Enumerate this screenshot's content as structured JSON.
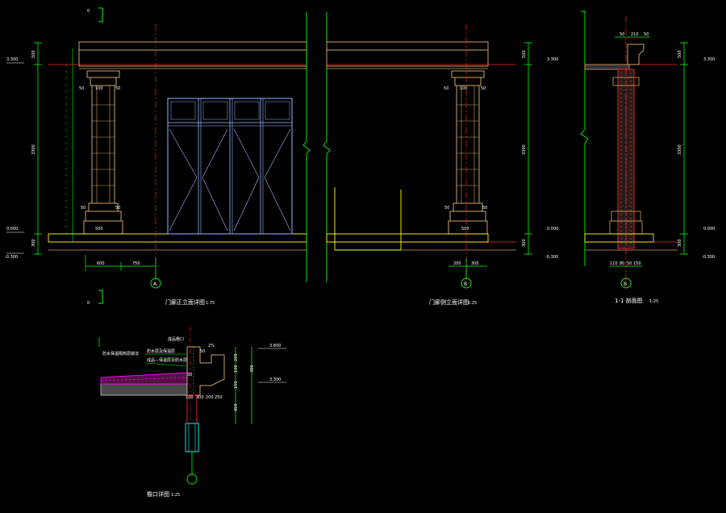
{
  "colors": {
    "background": "#000000",
    "structure": "#c8a46a",
    "yellow": "#ffff00",
    "green": "#00ff00",
    "red": "#ff2020",
    "white": "#ffffff",
    "blue": "#9ab4ff",
    "magenta": "#ff00ff",
    "cyan": "#00ffff"
  },
  "elevation_a": {
    "caption": "门廊正立面详图",
    "scale": "1:75",
    "axis_label": "A",
    "level_top": "3.300",
    "level_floor": "0.000",
    "level_ground": "-0.300",
    "dim_overall": "3300",
    "dim_top": "500",
    "dim_bottom": "300",
    "dim_base_left": "600",
    "dim_base_right": "750",
    "column_dims": [
      "50",
      "100",
      "50",
      "50",
      "500",
      "50"
    ]
  },
  "elevation_b": {
    "caption": "门廊侧立面详图",
    "scale": "1:25",
    "axis_label": "B",
    "level_top": "3.300",
    "level_floor": "0.000",
    "level_ground": "-0.300",
    "dim_overall": "3300",
    "dim_top": "500",
    "dim_bottom": "300",
    "dim_base": [
      "200",
      "300"
    ],
    "column_dims": [
      "50",
      "100",
      "50",
      "50",
      "500",
      "50"
    ]
  },
  "section_c": {
    "caption": "1-1 剖面图",
    "scale": "1:25",
    "axis_label": "B",
    "level_top": "3.300",
    "level_floor": "0.000",
    "level_ground": "-0.300",
    "dim_overall": "3300",
    "dim_top": "500",
    "dim_bottom": "300",
    "top_dims": [
      "50",
      "210",
      "50"
    ],
    "base_dims": [
      "110",
      "80",
      "50",
      "150"
    ]
  },
  "detail": {
    "caption": "檐口详图",
    "scale": "1:25",
    "axis_label": "",
    "level_top": "3.800",
    "level_mid": "3.300",
    "note_1": "成品檐口",
    "note_2": "防水层及保温层",
    "note_3": "成品—保温层及防水层",
    "note_4": "防水保温隔热层做法",
    "slope": "2%",
    "dims": [
      "200",
      "100",
      "150",
      "300",
      "450",
      "300",
      "100",
      "200",
      "250",
      "30",
      "50"
    ]
  }
}
